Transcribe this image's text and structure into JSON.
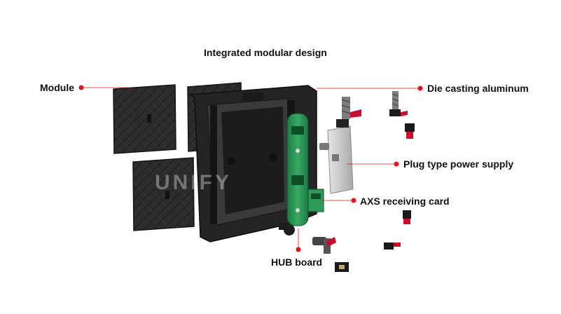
{
  "diagram": {
    "title": "Integrated modular design",
    "watermark": "UNIFY",
    "labels": {
      "module": "Module",
      "die_casting": "Die casting aluminum",
      "power_supply": "Plug type power supply",
      "receiving_card": "AXS receiving card",
      "hub_board": "HUB board"
    }
  },
  "colors": {
    "callout": "#e3151a",
    "panel": "#2b2b2b",
    "panel_dark": "#1a1a1a",
    "frame": "#222222",
    "pcb": "#1f8a4c",
    "pcb_light": "#3fb06a",
    "psu": "#cfcfcf",
    "accent_red": "#c8102e"
  }
}
